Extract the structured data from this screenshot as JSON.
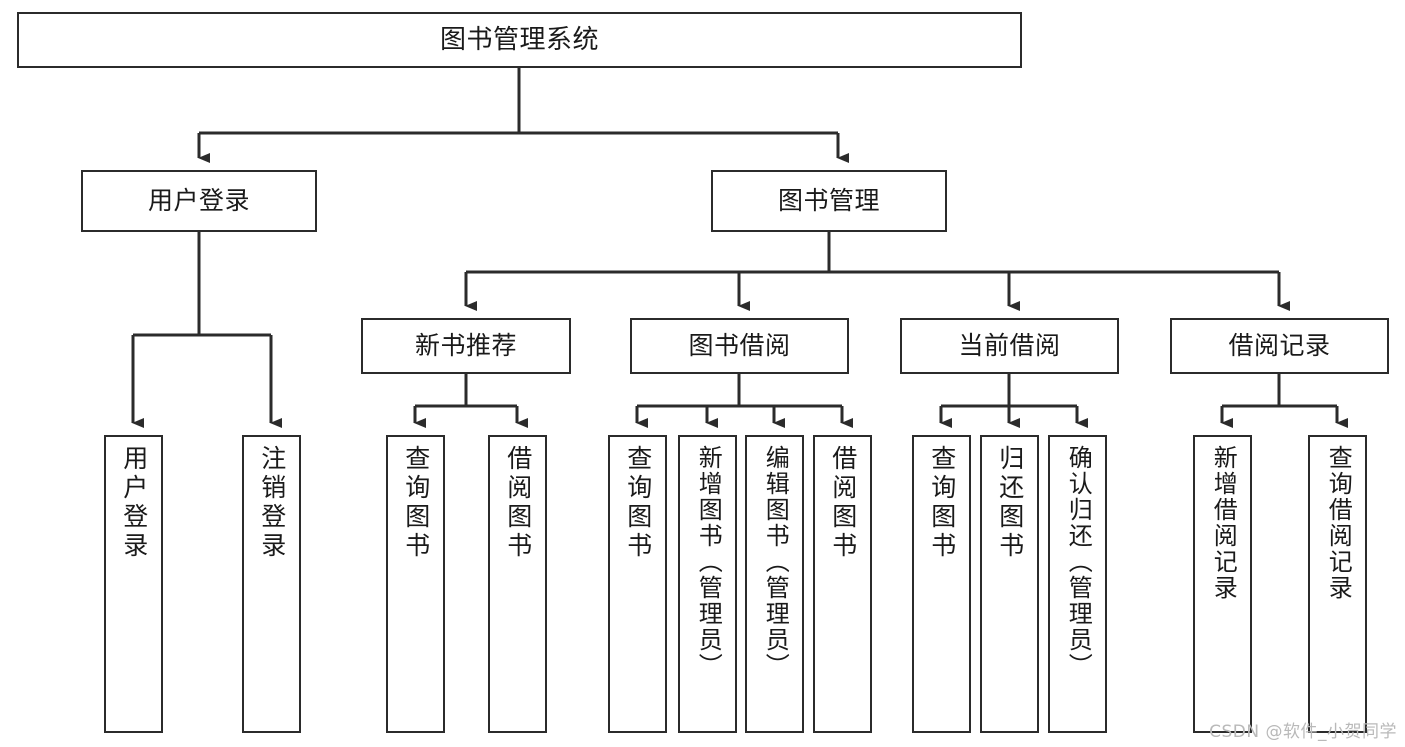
{
  "diagram": {
    "title": "图书管理系统",
    "type": "tree-hierarchy-chart",
    "watermark": "CSDN @软件_小贺同学",
    "colors": {
      "box_border": "#2b2b2b",
      "box_fill": "#ffffff",
      "connector": "#2b2b2b",
      "text": "#1a1a1a",
      "watermark": "#b9b9b9"
    }
  },
  "nodes": {
    "root": {
      "label": "图书管理系统"
    },
    "level2": [
      {
        "id": "user-login",
        "label": "用户登录"
      },
      {
        "id": "book-management",
        "label": "图书管理"
      }
    ],
    "level3": [
      {
        "id": "new-book-recommendation",
        "label": "新书推荐"
      },
      {
        "id": "book-borrowing",
        "label": "图书借阅"
      },
      {
        "id": "current-borrowing",
        "label": "当前借阅"
      },
      {
        "id": "borrowing-records",
        "label": "借阅记录"
      }
    ],
    "leaves": {
      "user-login": [
        {
          "id": "leaf-user-login",
          "label": "用户登录"
        },
        {
          "id": "leaf-logout",
          "label": "注销登录"
        }
      ],
      "new-book-recommendation": [
        {
          "id": "leaf-query-books-1",
          "label": "查询图书"
        },
        {
          "id": "leaf-borrow-books-1",
          "label": "借阅图书"
        }
      ],
      "book-borrowing": [
        {
          "id": "leaf-query-books-2",
          "label": "查询图书"
        },
        {
          "id": "leaf-add-book",
          "label": "新增图书（管理员）"
        },
        {
          "id": "leaf-edit-book",
          "label": "编辑图书（管理员）"
        },
        {
          "id": "leaf-borrow-books-2",
          "label": "借阅图书"
        }
      ],
      "current-borrowing": [
        {
          "id": "leaf-query-books-3",
          "label": "查询图书"
        },
        {
          "id": "leaf-return-book",
          "label": "归还图书"
        },
        {
          "id": "leaf-confirm-return",
          "label": "确认归还（管理员）"
        }
      ],
      "borrowing-records": [
        {
          "id": "leaf-add-record",
          "label": "新增借阅记录"
        },
        {
          "id": "leaf-query-record",
          "label": "查询借阅记录"
        }
      ]
    }
  }
}
